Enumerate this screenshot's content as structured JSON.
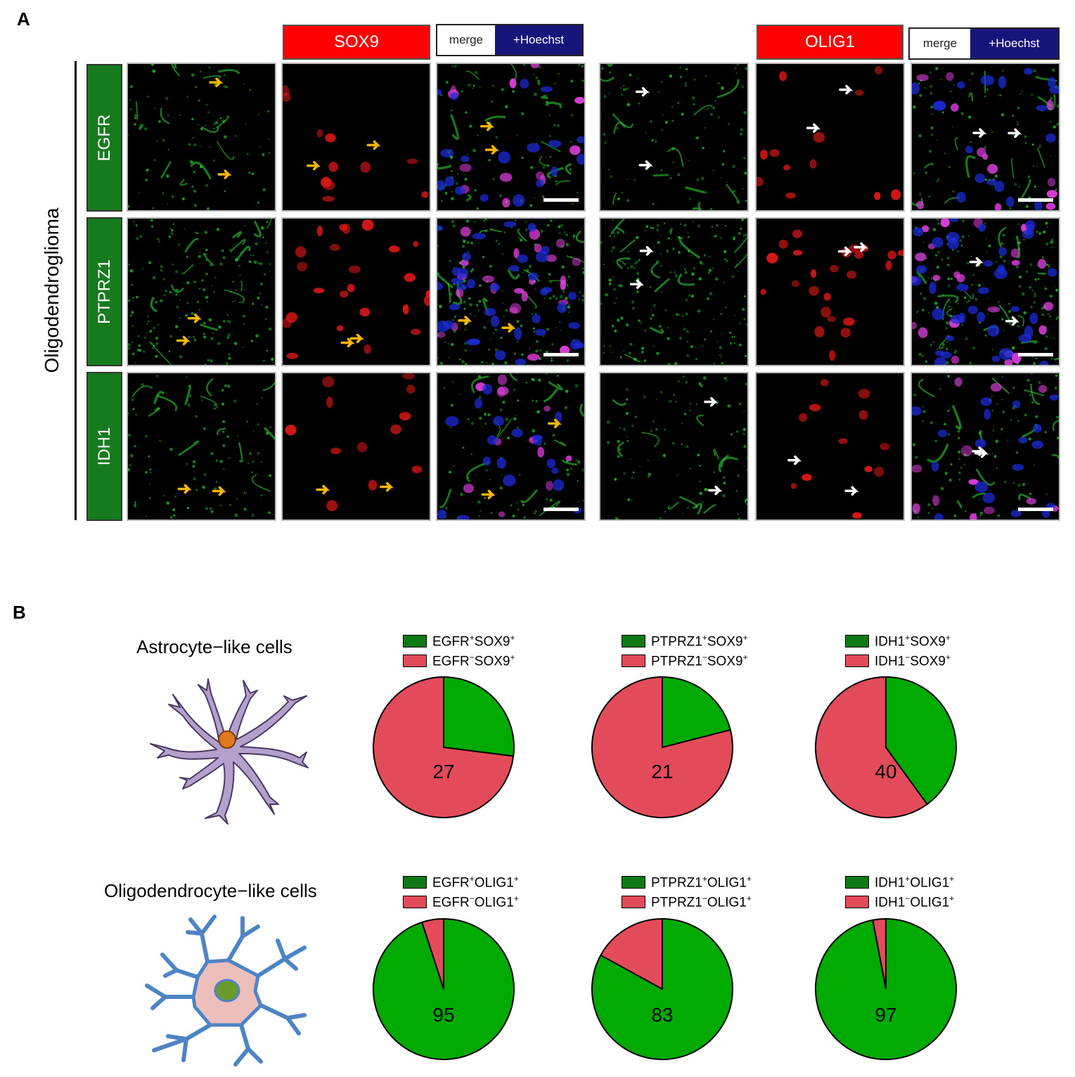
{
  "panel_a": {
    "letter": "A",
    "side_label": "Oligodendroglioma",
    "sox9_header": "SOX9",
    "olig1_header": "OLIG1",
    "merge_label": "merge",
    "hoechst_label": "+Hoechst",
    "rows": [
      {
        "label": "EGFR"
      },
      {
        "label": "PTPRZ1"
      },
      {
        "label": "IDH1"
      }
    ]
  },
  "panel_b": {
    "letter": "B",
    "astro_title": "Astrocyte−like cells",
    "oligo_title": "Oligodendrocyte−like cells"
  },
  "colors": {
    "positive": "#00aa00",
    "negative": "#e34b5b",
    "legend_positive": "#0f7a15",
    "header_red": "#ff0000",
    "hoechst_blue": "#15157a",
    "row_label_green": "#187a1f"
  },
  "chart_data": [
    {
      "type": "pie",
      "group": "astrocyte",
      "legend": [
        {
          "marker": "EGFR",
          "sign": "+",
          "partner": "SOX9",
          "partner_sign": "+"
        },
        {
          "marker": "EGFR",
          "sign": "−",
          "partner": "SOX9",
          "partner_sign": "+"
        }
      ],
      "positive_percent": 27,
      "label": "27"
    },
    {
      "type": "pie",
      "group": "astrocyte",
      "legend": [
        {
          "marker": "PTPRZ1",
          "sign": "+",
          "partner": "SOX9",
          "partner_sign": "+"
        },
        {
          "marker": "PTPRZ1",
          "sign": "−",
          "partner": "SOX9",
          "partner_sign": "+"
        }
      ],
      "positive_percent": 21,
      "label": "21"
    },
    {
      "type": "pie",
      "group": "astrocyte",
      "legend": [
        {
          "marker": "IDH1",
          "sign": "+",
          "partner": "SOX9",
          "partner_sign": "+"
        },
        {
          "marker": "IDH1",
          "sign": "−",
          "partner": "SOX9",
          "partner_sign": "+"
        }
      ],
      "positive_percent": 40,
      "label": "40"
    },
    {
      "type": "pie",
      "group": "oligodendrocyte",
      "legend": [
        {
          "marker": "EGFR",
          "sign": "+",
          "partner": "OLIG1",
          "partner_sign": "+"
        },
        {
          "marker": "EGFR",
          "sign": "−",
          "partner": "OLIG1",
          "partner_sign": "+"
        }
      ],
      "positive_percent": 95,
      "label": "95"
    },
    {
      "type": "pie",
      "group": "oligodendrocyte",
      "legend": [
        {
          "marker": "PTPRZ1",
          "sign": "+",
          "partner": "OLIG1",
          "partner_sign": "+"
        },
        {
          "marker": "PTPRZ1",
          "sign": "−",
          "partner": "OLIG1",
          "partner_sign": "+"
        }
      ],
      "positive_percent": 83,
      "label": "83"
    },
    {
      "type": "pie",
      "group": "oligodendrocyte",
      "legend": [
        {
          "marker": "IDH1",
          "sign": "+",
          "partner": "OLIG1",
          "partner_sign": "+"
        },
        {
          "marker": "IDH1",
          "sign": "−",
          "partner": "OLIG1",
          "partner_sign": "+"
        }
      ],
      "positive_percent": 97,
      "label": "97"
    }
  ]
}
